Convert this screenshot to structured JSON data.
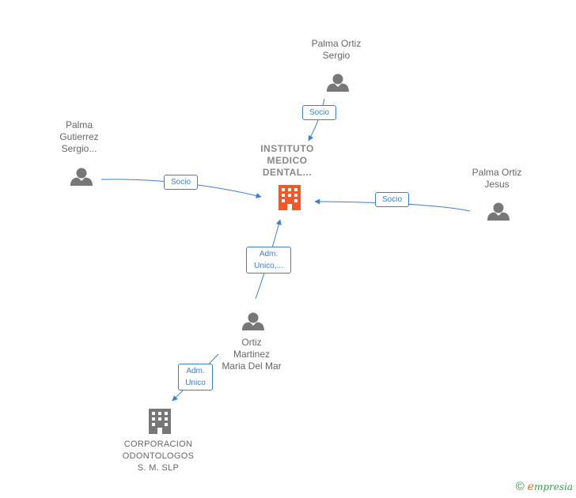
{
  "colors": {
    "edge": "#3a7fd5",
    "person_icon": "#777777",
    "center_company_icon": "#f05a28",
    "company_icon": "#777777",
    "label": "#666666"
  },
  "nodes": {
    "center": {
      "label": "INSTITUTO\nMEDICO\nDENTAL...",
      "icon": "building-icon"
    },
    "palma_ortiz_sergio": {
      "label": "Palma Ortiz\nSergio",
      "icon": "person-icon"
    },
    "palma_gutierrez": {
      "label": "Palma\nGutierrez\nSergio...",
      "icon": "person-icon"
    },
    "palma_ortiz_jesus": {
      "label": "Palma Ortiz\nJesus",
      "icon": "person-icon"
    },
    "ortiz_martinez": {
      "label": "Ortiz\nMartinez\nMaria Del Mar",
      "icon": "person-icon"
    },
    "corporacion": {
      "label": "CORPORACION\nODONTOLOGOS\nS.  M.  SLP",
      "icon": "building-icon"
    }
  },
  "edges": {
    "sergio_socio": "Socio",
    "gutierrez_socio": "Socio",
    "jesus_socio": "Socio",
    "maria_adm_unico_center": "Adm.\nUnico,...",
    "maria_adm_unico_corp": "Adm.\nUnico"
  },
  "footer": {
    "copyright": "©",
    "brand_initial": "e",
    "brand_rest": "mpresia"
  }
}
